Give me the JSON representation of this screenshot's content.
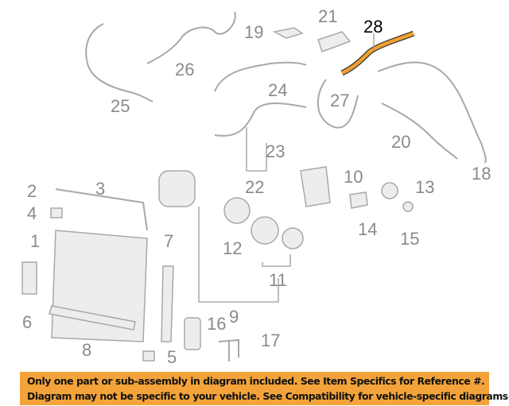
{
  "diagram": {
    "highlighted_part": "28",
    "highlight_color": "#f0a030",
    "labels": {
      "p1": "1",
      "p2": "2",
      "p3": "3",
      "p4": "4",
      "p5": "5",
      "p6": "6",
      "p7": "7",
      "p8": "8",
      "p9": "9",
      "p10": "10",
      "p11": "11",
      "p12": "12",
      "p13": "13",
      "p14": "14",
      "p15": "15",
      "p16": "16",
      "p17": "17",
      "p18": "18",
      "p19": "19",
      "p20": "20",
      "p21": "21",
      "p22": "22",
      "p23": "23",
      "p24": "24",
      "p25": "25",
      "p26": "26",
      "p27": "27",
      "p28": "28"
    }
  },
  "banner": {
    "line1": "Only one part or sub-assembly in diagram included. See Item Specifics for Reference #.",
    "line2": "Diagram may not be specific to your vehicle. See Compatibility for vehicle-specific diagrams.",
    "color": "#f3a33a"
  }
}
